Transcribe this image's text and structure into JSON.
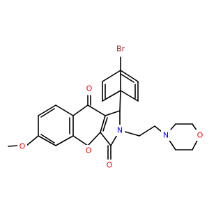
{
  "molecule": {
    "colors": {
      "bond": "#000000",
      "O": "#ff0000",
      "N": "#0000ff",
      "Br": "#a52a2a",
      "background": "#ffffff"
    },
    "atoms": {
      "br": "Br",
      "o_ketone": "O",
      "o_lactam": "O",
      "o_pyran": "O",
      "o_methoxy": "O",
      "n_lactam": "N",
      "n_morpholine": "N",
      "o_morpholine": "O"
    }
  }
}
